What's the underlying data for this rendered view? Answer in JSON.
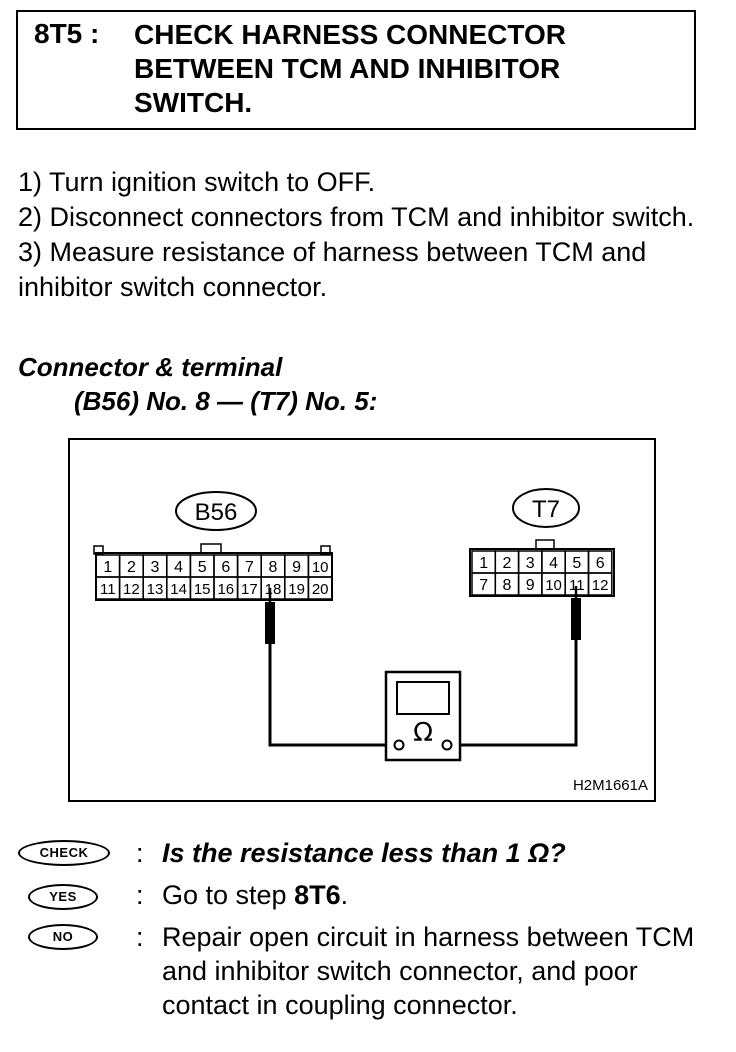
{
  "header": {
    "step_id": "8T5 :",
    "title_lines": [
      "CHECK HARNESS CONNECTOR",
      "BETWEEN TCM AND INHIBITOR",
      "SWITCH."
    ]
  },
  "procedure": [
    "1)  Turn ignition switch to OFF.",
    "2)  Disconnect connectors from TCM and inhibitor switch.",
    "3)  Measure resistance of harness between TCM and inhibitor switch connector."
  ],
  "connector_terminal": {
    "heading": "Connector & terminal",
    "terminals": "(B56) No. 8 — (T7) No. 5:"
  },
  "diagram": {
    "connector_b56": {
      "label": "B56",
      "row1": [
        "1",
        "2",
        "3",
        "4",
        "5",
        "6",
        "7",
        "8",
        "9",
        "10"
      ],
      "row2": [
        "11",
        "12",
        "13",
        "14",
        "15",
        "16",
        "17",
        "18",
        "19",
        "20"
      ]
    },
    "connector_t7": {
      "label": "T7",
      "row1": [
        "1",
        "2",
        "3",
        "4",
        "5",
        "6"
      ],
      "row2": [
        "7",
        "8",
        "9",
        "10",
        "11",
        "12"
      ]
    },
    "meter_symbol": "Ω",
    "figure_code": "H2M1661A"
  },
  "checks": {
    "check_badge": "CHECK",
    "check_colon": ":",
    "question": "Is the resistance less than 1 Ω?",
    "yes_badge": "YES",
    "yes_colon": ":",
    "yes_prefix": "Go to step ",
    "yes_step": "8T6",
    "yes_suffix": ".",
    "no_badge": "NO",
    "no_colon": ":",
    "no_action": "Repair open circuit in harness between TCM and inhibitor switch connector, and poor contact in coupling connector."
  }
}
